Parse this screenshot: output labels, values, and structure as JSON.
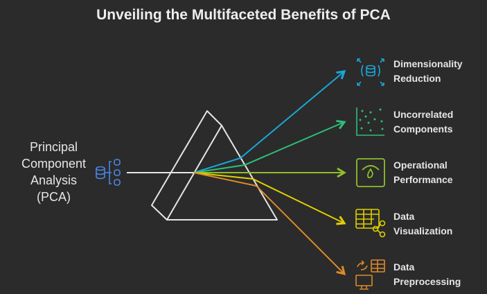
{
  "title": "Unveiling the Multifaceted Benefits of PCA",
  "source": {
    "line1": "Principal",
    "line2": "Component",
    "line3": "Analysis",
    "line4": "(PCA)",
    "icon": "database-split-icon"
  },
  "benefits": [
    {
      "line1": "Dimensionality",
      "line2": "Reduction",
      "color": "#1aa7d8",
      "icon": "database-expand-icon"
    },
    {
      "line1": "Uncorrelated",
      "line2": "Components",
      "color": "#2fbf7a",
      "icon": "scatter-plot-icon"
    },
    {
      "line1": "Operational",
      "line2": "Performance",
      "color": "#8fbf2a",
      "icon": "gauge-icon"
    },
    {
      "line1": "Data",
      "line2": "Visualization",
      "color": "#e0d000",
      "icon": "table-share-icon"
    },
    {
      "line1": "Data",
      "line2": "Preprocessing",
      "color": "#e08a2a",
      "icon": "table-monitor-icon"
    }
  ]
}
